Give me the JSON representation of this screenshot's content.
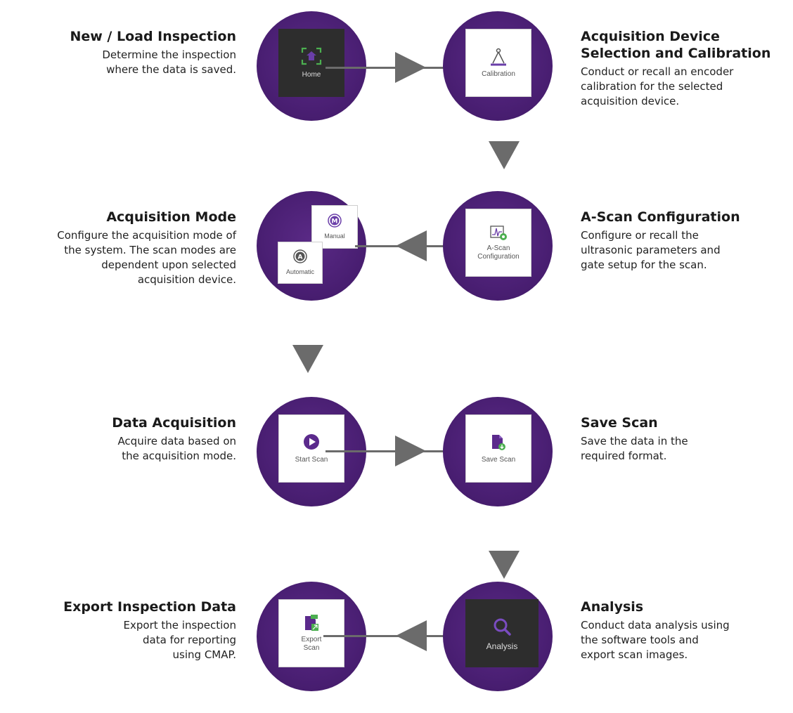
{
  "colors": {
    "circle": "#4a1f73",
    "arrow": "#6b6b6b",
    "tile_dark": "#2d2d2d",
    "accent_green": "#4caf50",
    "accent_purple": "#5b2a8c"
  },
  "steps": [
    {
      "title": "New / Load Inspection",
      "desc": "Determine the inspection\nwhere the data is saved.",
      "tile_label": "Home",
      "icon": "home-icon"
    },
    {
      "title": "Acquisition Device\nSelection and Calibration",
      "desc": "Conduct or recall an encoder\ncalibration for the selected\nacquisition device.",
      "tile_label": "Calibration",
      "icon": "calibration-icon"
    },
    {
      "title": "Acquisition  Mode",
      "desc": "Configure the acquisition  mode of\nthe system. The scan modes are\ndependent upon selected\nacquisition device.",
      "tile_manual_label": "Manual",
      "tile_auto_label": "Automatic",
      "icon": "mode-icon"
    },
    {
      "title": "A-Scan Configuration",
      "desc": "Configure or recall the\nultrasonic parameters and\ngate setup for the scan.",
      "tile_label": "A-Scan\nConfiguration",
      "icon": "ascan-icon"
    },
    {
      "title": "Data Acquisition",
      "desc": "Acquire data based on\nthe  acquisition mode.",
      "tile_label": "Start Scan",
      "icon": "play-icon"
    },
    {
      "title": "Save Scan",
      "desc": "Save the data in the\nrequired format.",
      "tile_label": "Save Scan",
      "icon": "save-file-icon"
    },
    {
      "title": "Analysis",
      "desc": "Conduct data analysis using\nthe software tools and\nexport scan images.",
      "tile_label": "Analysis",
      "icon": "magnifier-icon"
    },
    {
      "title": "Export  Inspection Data",
      "desc": "Export the inspection\ndata for reporting\nusing CMAP.",
      "tile_label": "Export\nScan",
      "icon": "export-file-icon"
    }
  ]
}
